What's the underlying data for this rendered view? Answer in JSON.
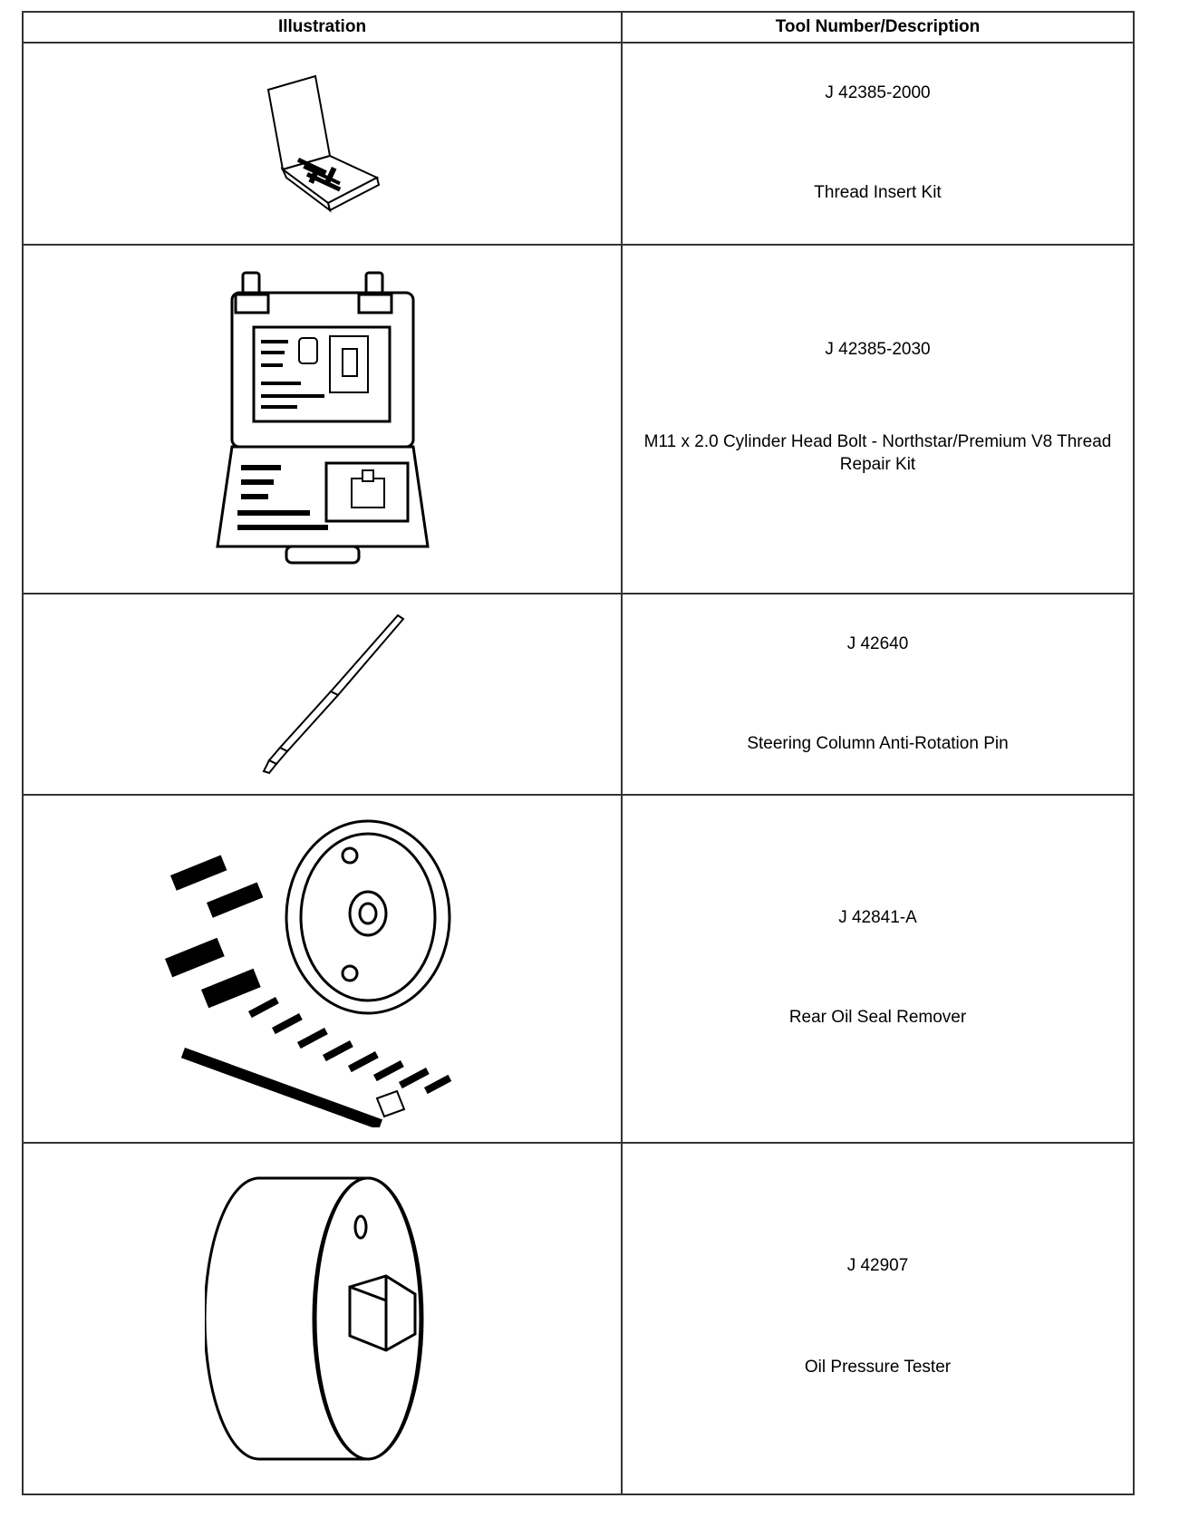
{
  "header": {
    "illustration_label": "Illustration",
    "tool_label": "Tool Number/Description"
  },
  "rows": [
    {
      "number": "J 42385-2000",
      "description": "Thread Insert Kit",
      "icon": "thread-insert-kit-icon"
    },
    {
      "number": "J 42385-2030",
      "description": "M11 x 2.0 Cylinder Head Bolt - Northstar/Premium V8 Thread Repair Kit",
      "icon": "thread-repair-kit-case-icon"
    },
    {
      "number": "J 42640",
      "description": "Steering Column Anti-Rotation Pin",
      "icon": "anti-rotation-pin-icon"
    },
    {
      "number": "J 42841-A",
      "description": "Rear Oil Seal Remover",
      "icon": "rear-oil-seal-remover-icon"
    },
    {
      "number": "J 42907",
      "description": "Oil Pressure Tester",
      "icon": "oil-pressure-tester-icon"
    }
  ]
}
